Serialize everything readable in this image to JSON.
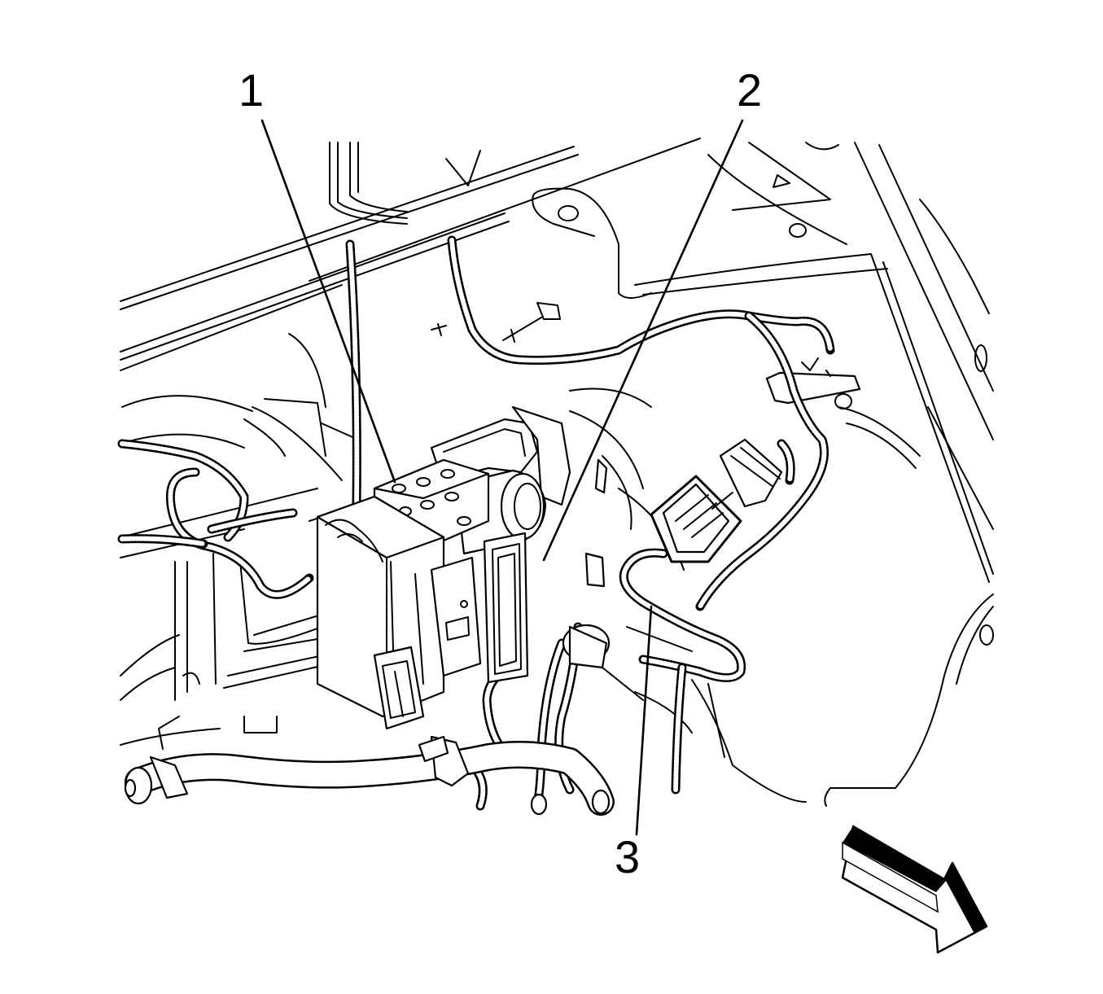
{
  "callouts": [
    {
      "id": "1",
      "label": "1"
    },
    {
      "id": "2",
      "label": "2"
    },
    {
      "id": "3",
      "label": "3"
    }
  ],
  "direction_arrow": {
    "icon": "front-direction-arrow-icon"
  }
}
